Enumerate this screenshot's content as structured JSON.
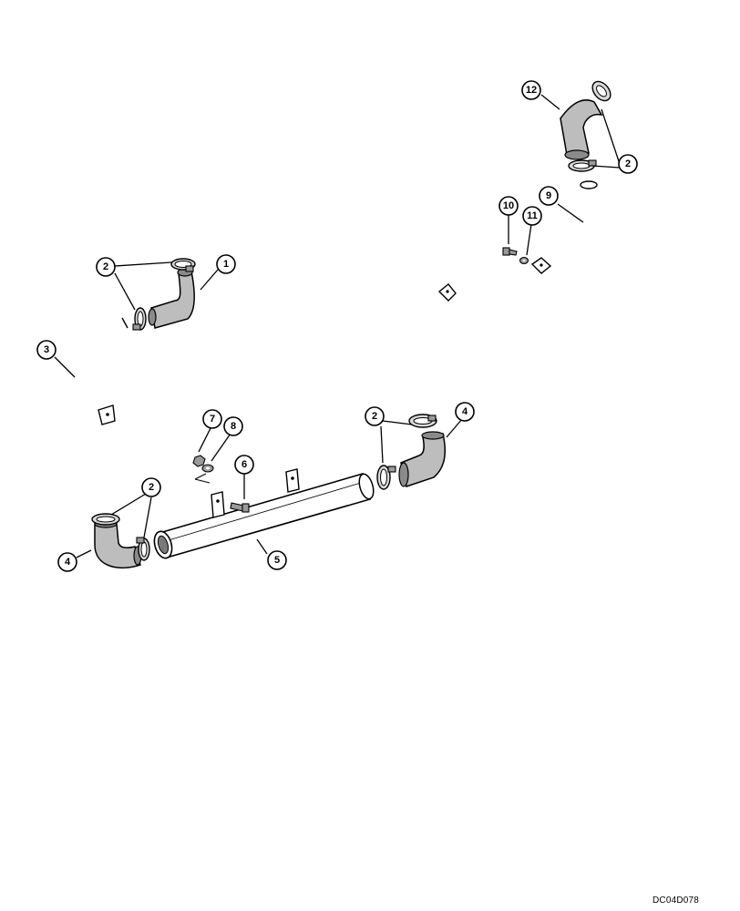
{
  "diagram": {
    "drawing_code": "DC04D078",
    "callouts": [
      {
        "id": "c1",
        "label": "1"
      },
      {
        "id": "c2a",
        "label": "2"
      },
      {
        "id": "c3",
        "label": "3"
      },
      {
        "id": "c2b",
        "label": "2"
      },
      {
        "id": "c4a",
        "label": "4"
      },
      {
        "id": "c7",
        "label": "7"
      },
      {
        "id": "c8",
        "label": "8"
      },
      {
        "id": "c6",
        "label": "6"
      },
      {
        "id": "c5",
        "label": "5"
      },
      {
        "id": "c2c",
        "label": "2"
      },
      {
        "id": "c4b",
        "label": "4"
      },
      {
        "id": "c10",
        "label": "10"
      },
      {
        "id": "c11",
        "label": "11"
      },
      {
        "id": "c9",
        "label": "9"
      },
      {
        "id": "c12",
        "label": "12"
      },
      {
        "id": "c2d",
        "label": "2"
      }
    ]
  }
}
